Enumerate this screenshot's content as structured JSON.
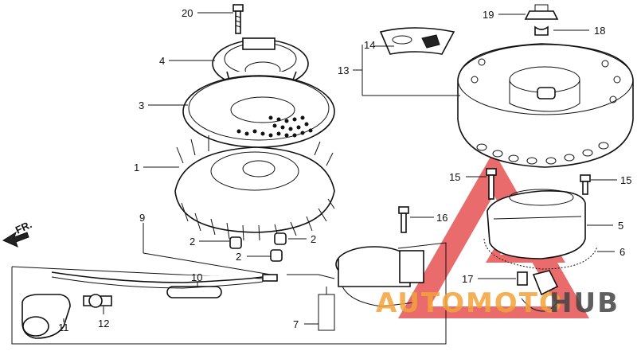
{
  "watermark": {
    "brand_left": "AUTOMOTO",
    "brand_right": "HUB",
    "color_left": "#f2a33a",
    "color_right": "#444444",
    "triangle_color": "#e23a3a"
  },
  "direction_label": "FR.",
  "callouts": {
    "c1": "1",
    "c2a": "2",
    "c2b": "2",
    "c2c": "2",
    "c3": "3",
    "c4": "4",
    "c5": "5",
    "c6": "6",
    "c7": "7",
    "c9": "9",
    "c10": "10",
    "c11": "11",
    "c12": "12",
    "c13": "13",
    "c14": "14",
    "c15a": "15",
    "c15b": "15",
    "c16": "16",
    "c17": "17",
    "c18": "18",
    "c19": "19",
    "c20": "20"
  }
}
